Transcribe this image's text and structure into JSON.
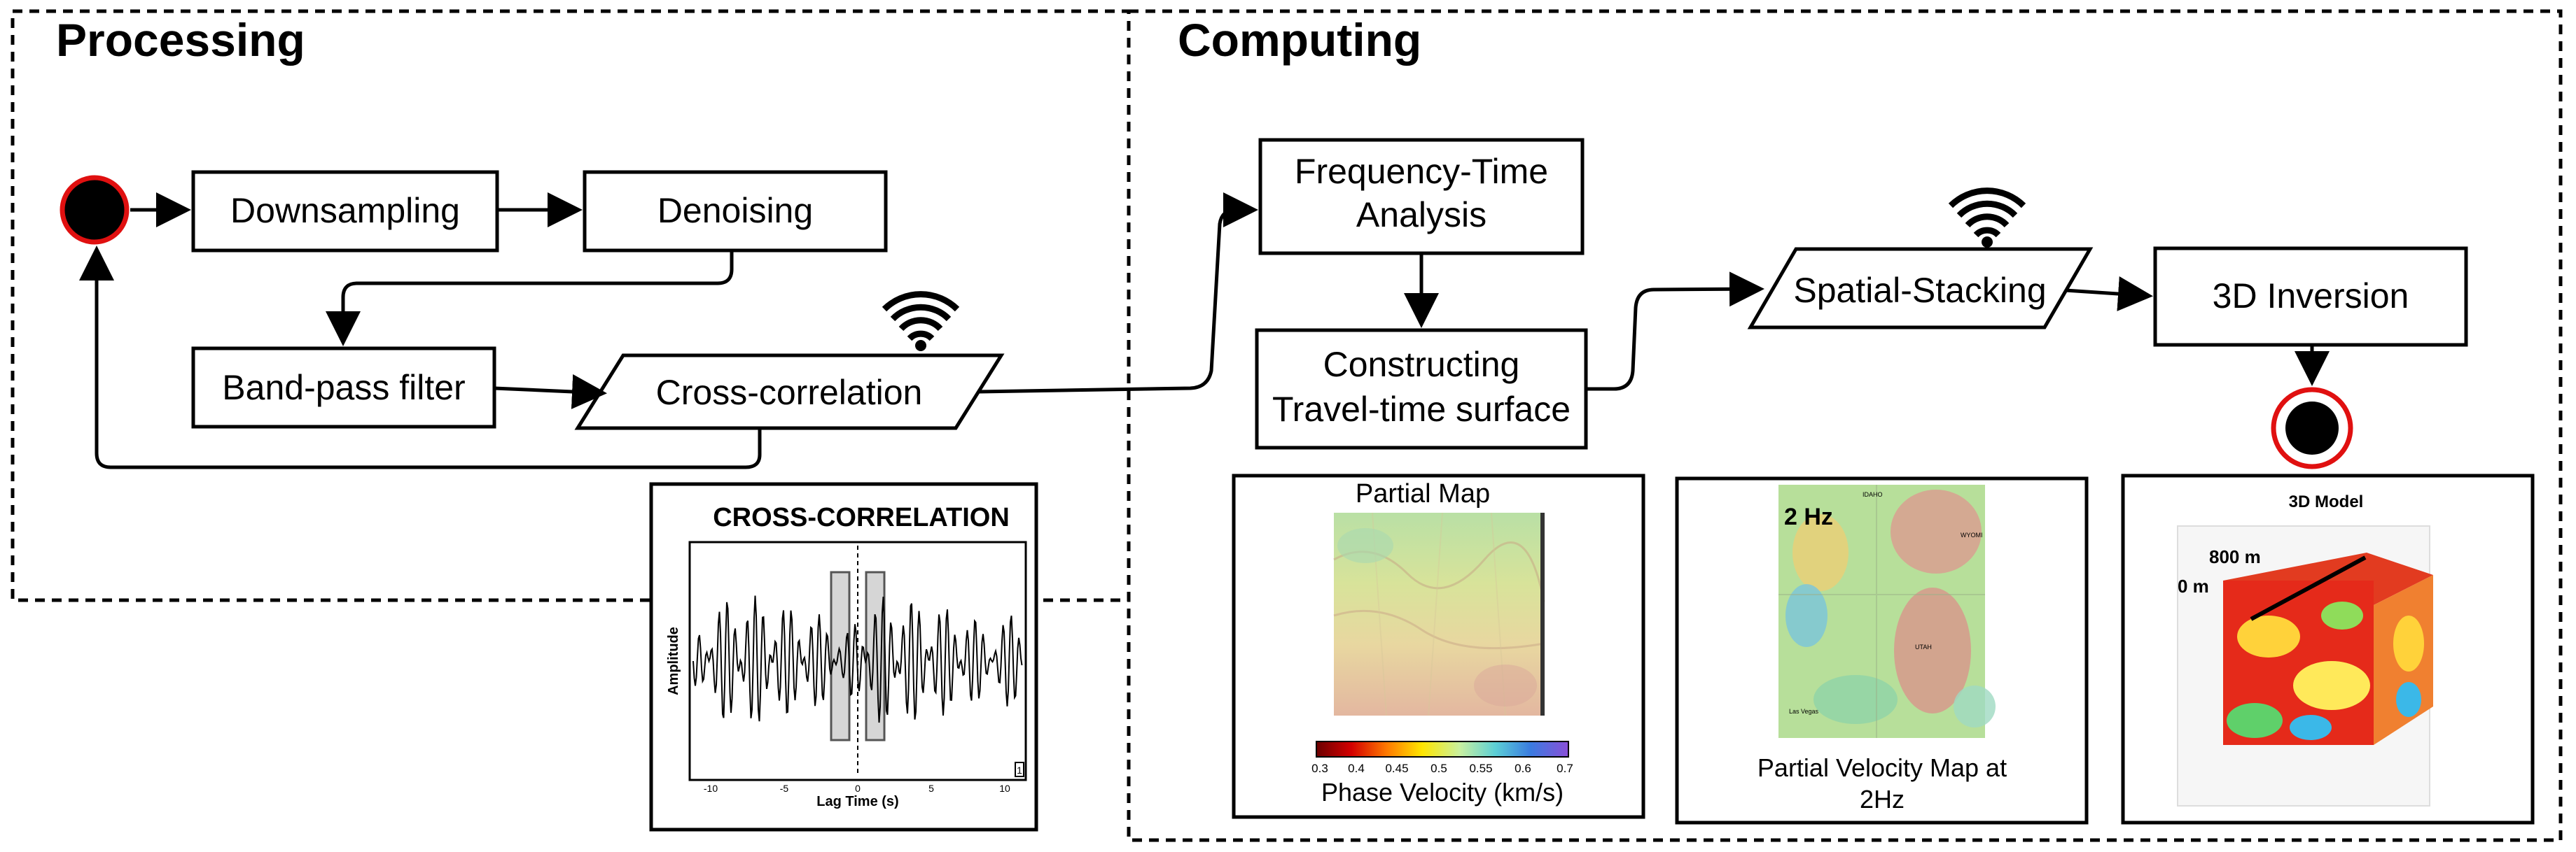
{
  "sections": {
    "processing": "Processing",
    "computing": "Computing"
  },
  "nodes": {
    "downsampling": "Downsampling",
    "denoising": "Denoising",
    "bandpass": "Band-pass filter",
    "crosscorr": "Cross-correlation",
    "freq_time": [
      "Frequency-Time",
      "Analysis"
    ],
    "constructing": [
      "Constructing",
      "Travel-time surface"
    ],
    "spatial_stacking": "Spatial-Stacking",
    "inversion": "3D Inversion"
  },
  "panels": {
    "cross_correlation": {
      "title": "CROSS-CORRELATION",
      "ylabel": "Amplitude",
      "xlabel": "Lag Time (s)",
      "x_ticks": [
        "-10",
        "-5",
        "0",
        "5",
        "10"
      ],
      "corner_mark": "1"
    },
    "partial_map": {
      "title": "Partial Map",
      "colorbar_ticks": [
        "0.3",
        "0.4",
        "0.45",
        "0.5",
        "0.55",
        "0.6",
        "0.7"
      ],
      "colorbar_label": "Phase Velocity (km/s)",
      "colorbar_colors": [
        "#6b0000",
        "#d40000",
        "#ff7a00",
        "#ffe600",
        "#c8f0a0",
        "#5ccfd6",
        "#3a7be0",
        "#8a4fd8"
      ]
    },
    "velocity_map": {
      "badge": "2 Hz",
      "place_labels": [
        "IDAHO",
        "WYOMI",
        "UTAH",
        "Las Vegas"
      ],
      "caption": [
        "Partial Velocity Map at",
        "2Hz"
      ]
    },
    "model_3d": {
      "title": "3D Model",
      "depth_top": "800 m",
      "depth_zero": "0 m"
    }
  },
  "colors": {
    "start_fill": "#000000",
    "start_ring": "#e01010",
    "line": "#000000"
  },
  "icons": [
    "start-node-icon",
    "end-node-icon",
    "wireless-icon"
  ]
}
